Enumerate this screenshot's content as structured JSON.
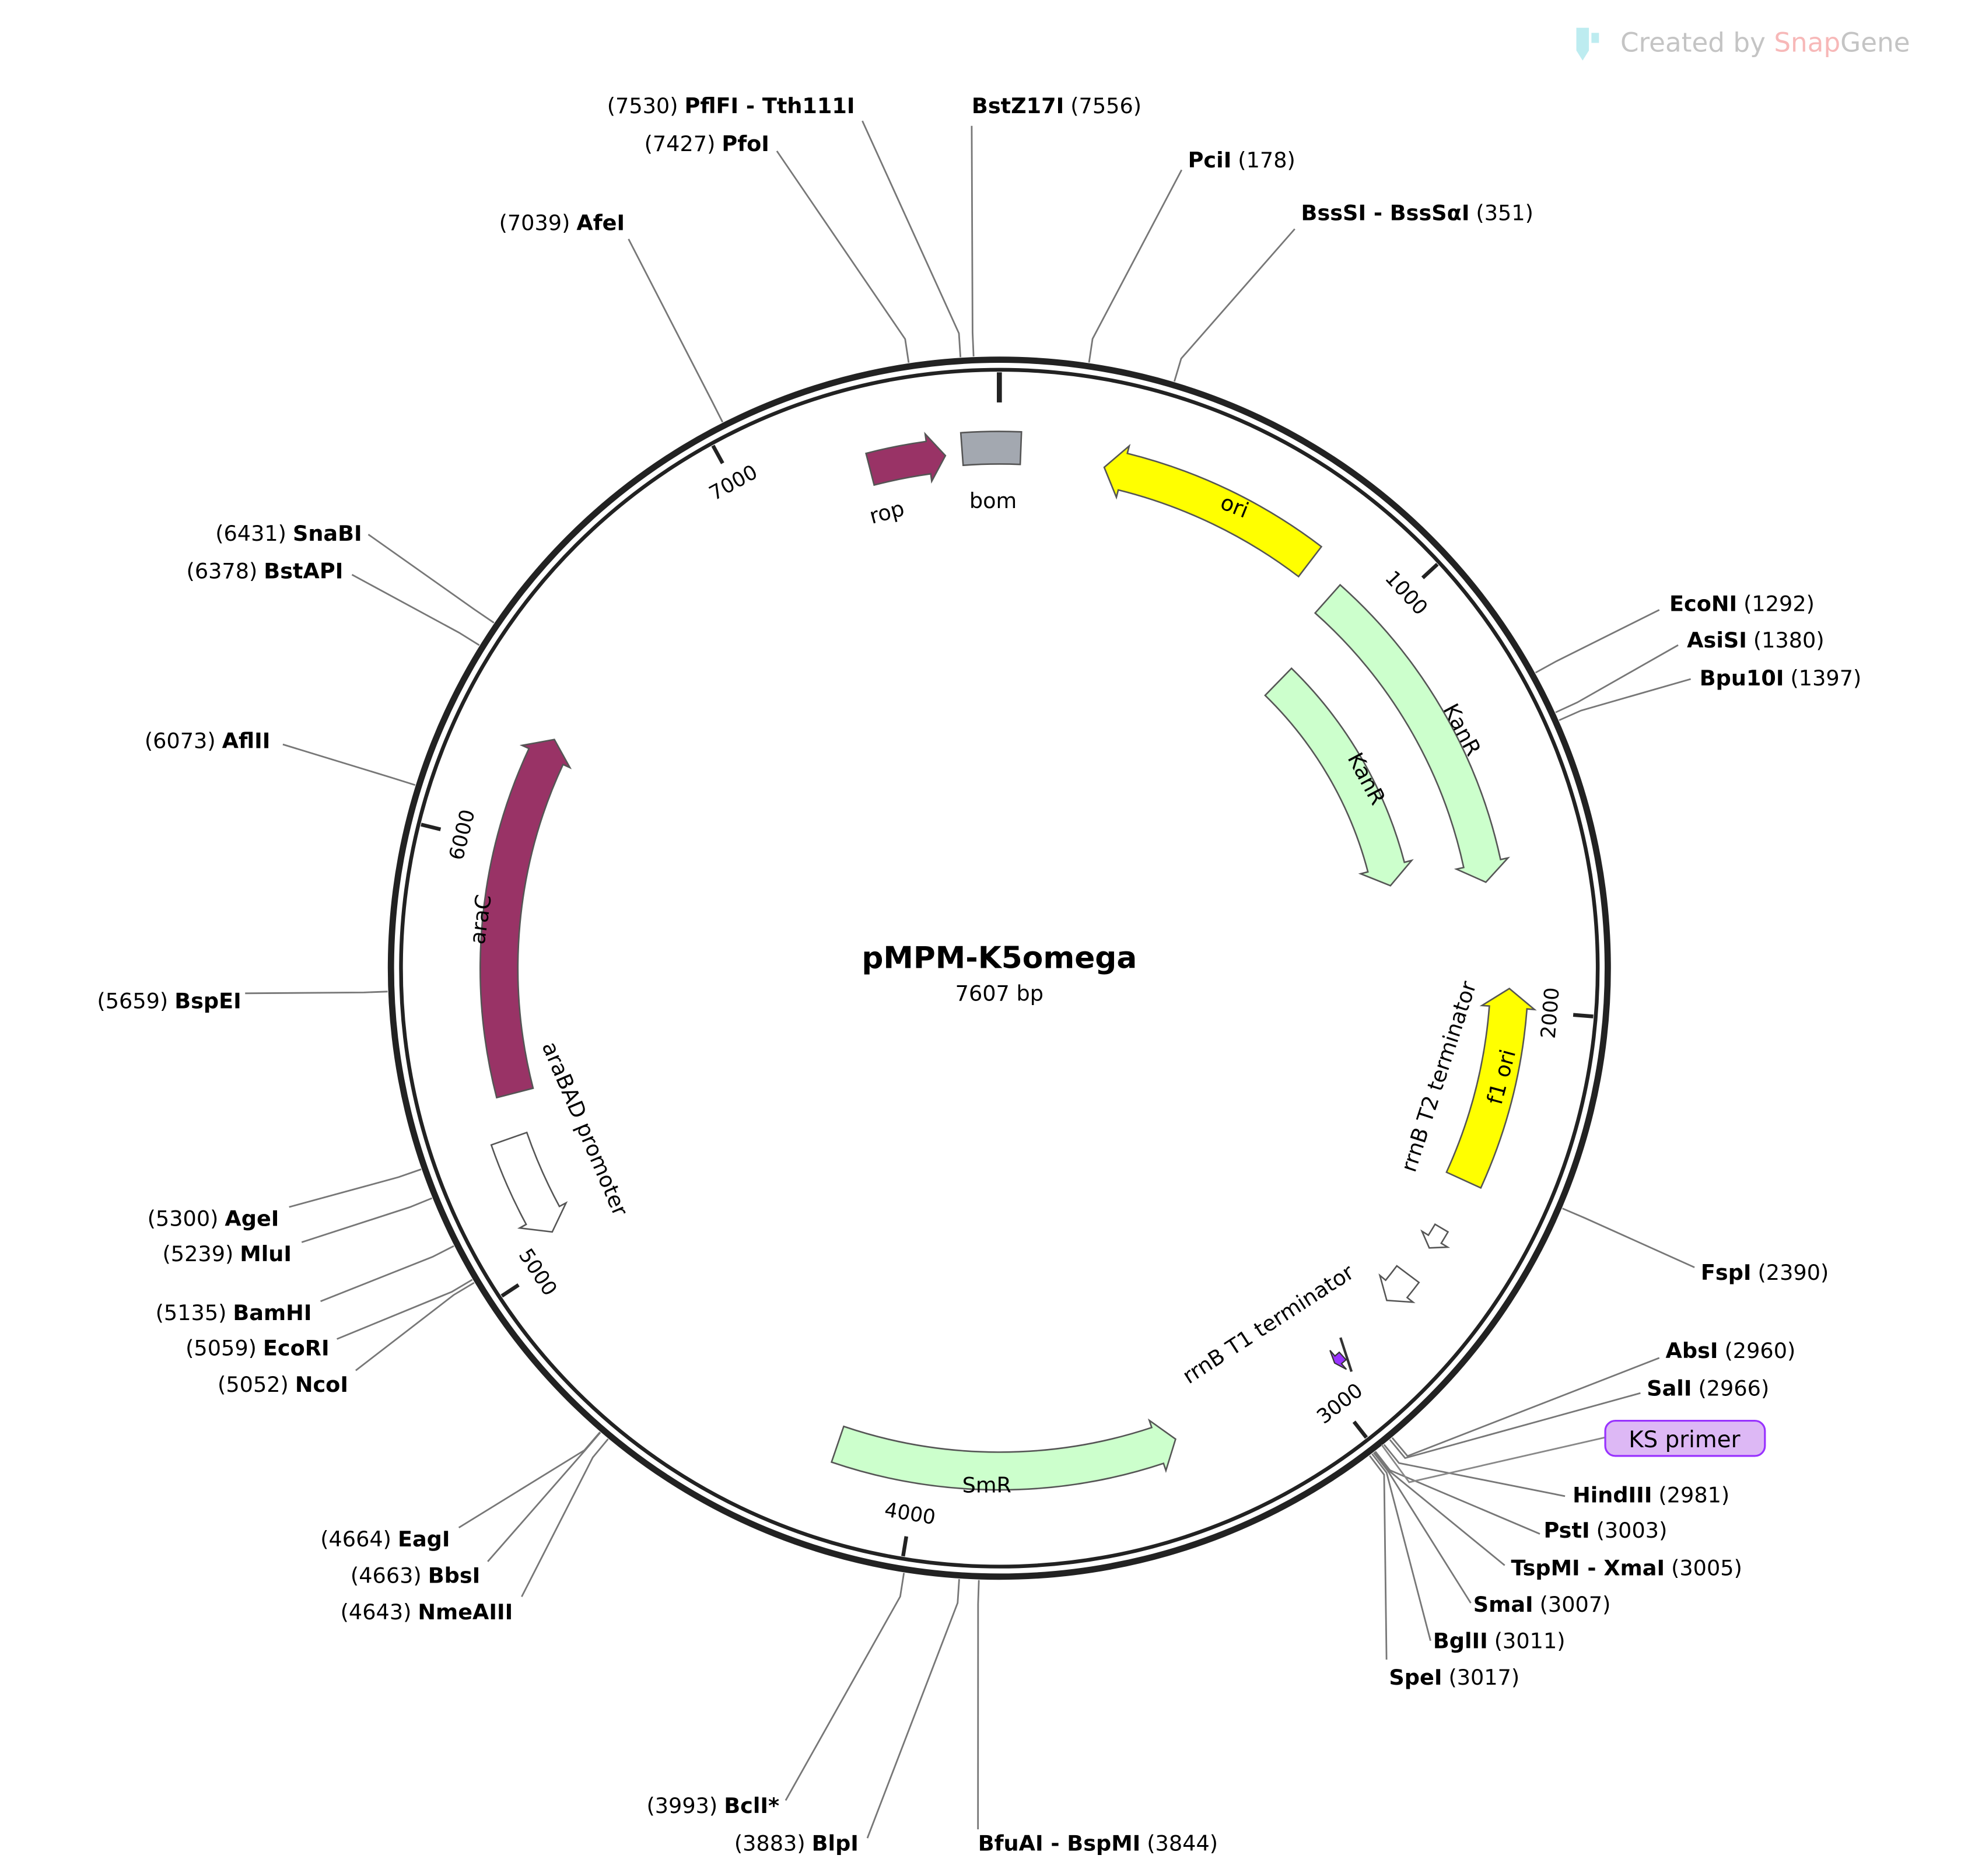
{
  "watermark": {
    "created_by": "Created by",
    "snap": "Snap",
    "gene": "Gene",
    "icon": "snapgene-tube-icon"
  },
  "plasmid": {
    "name": "pMPM-K5omega",
    "length_label": "7607 bp",
    "length": 7607
  },
  "ticks": [
    {
      "bp": 1000,
      "label": "1000"
    },
    {
      "bp": 2000,
      "label": "2000"
    },
    {
      "bp": 3000,
      "label": "3000"
    },
    {
      "bp": 4000,
      "label": "4000"
    },
    {
      "bp": 5000,
      "label": "5000"
    },
    {
      "bp": 6000,
      "label": "6000"
    },
    {
      "bp": 7000,
      "label": "7000"
    }
  ],
  "features": [
    {
      "name": "rop",
      "start": 7300,
      "end": 7480,
      "direction": 1,
      "color": "#993366",
      "type": "arrow"
    },
    {
      "name": "bom",
      "start": 7520,
      "end": 50,
      "direction": 0,
      "color": "#a3a8b0",
      "type": "box"
    },
    {
      "name": "ori",
      "start": 250,
      "end": 790,
      "direction": -1,
      "color": "#ffff00",
      "type": "arrow"
    },
    {
      "name": "KanR",
      "start": 880,
      "end": 1690,
      "direction": 1,
      "color": "#ccffcc",
      "type": "arrow"
    },
    {
      "name": "KanR",
      "start": 935,
      "end": 1650,
      "direction": 1,
      "color": "#ccffcc",
      "type": "arrow"
    },
    {
      "name": "f1 ori",
      "start": 1950,
      "end": 2420,
      "direction": -1,
      "color": "#ffff00",
      "type": "arrow"
    },
    {
      "name": "rrnB T2 terminator",
      "start": 2545,
      "end": 2600,
      "direction": 1,
      "color": "#ffffff",
      "type": "arrow"
    },
    {
      "name": "rrnB T1 terminator",
      "start": 2680,
      "end": 2760,
      "direction": 1,
      "color": "#ffffff",
      "type": "arrow"
    },
    {
      "name": "SmR",
      "start": 3370,
      "end": 4200,
      "direction": -1,
      "color": "#ccffcc",
      "type": "arrow"
    },
    {
      "name": "araBAD promoter",
      "start": 5060,
      "end": 5300,
      "direction": -1,
      "color": "#ffffff",
      "type": "arrow"
    },
    {
      "name": "araC",
      "start": 5400,
      "end": 6280,
      "direction": 1,
      "color": "#993366",
      "type": "arrow"
    }
  ],
  "primers": [
    {
      "name": "KS primer",
      "pos": 2960,
      "end": 2985,
      "color": "#9933ff",
      "fill": "#ddb8f5"
    }
  ],
  "enzymes": [
    {
      "name": "PflFI - Tth111I",
      "pos": 7530
    },
    {
      "name": "PfoI",
      "pos": 7427
    },
    {
      "name": "BstZ17I",
      "pos": 7556
    },
    {
      "name": "PciI",
      "pos": 178
    },
    {
      "name": "BssSI - BssSαI",
      "pos": 351
    },
    {
      "name": "AfeI",
      "pos": 7039
    },
    {
      "name": "SnaBI",
      "pos": 6431
    },
    {
      "name": "BstAPI",
      "pos": 6378
    },
    {
      "name": "AflII",
      "pos": 6073
    },
    {
      "name": "BspEI",
      "pos": 5659
    },
    {
      "name": "AgeI",
      "pos": 5300
    },
    {
      "name": "MluI",
      "pos": 5239
    },
    {
      "name": "BamHI",
      "pos": 5135
    },
    {
      "name": "EcoRI",
      "pos": 5059
    },
    {
      "name": "NcoI",
      "pos": 5052
    },
    {
      "name": "EagI",
      "pos": 4664
    },
    {
      "name": "BbsI",
      "pos": 4663
    },
    {
      "name": "NmeAIII",
      "pos": 4643
    },
    {
      "name": "BclI*",
      "pos": 3993,
      "methylation_blocked": true
    },
    {
      "name": "BlpI",
      "pos": 3883
    },
    {
      "name": "BfuAI - BspMI",
      "pos": 3844
    },
    {
      "name": "EcoNI",
      "pos": 1292
    },
    {
      "name": "AsiSI",
      "pos": 1380
    },
    {
      "name": "Bpu10I",
      "pos": 1397
    },
    {
      "name": "FspI",
      "pos": 2390
    },
    {
      "name": "AbsI",
      "pos": 2960
    },
    {
      "name": "SalI",
      "pos": 2966
    },
    {
      "name": "HindIII",
      "pos": 2981
    },
    {
      "name": "PstI",
      "pos": 3003
    },
    {
      "name": "TspMI - XmaI",
      "pos": 3005
    },
    {
      "name": "SmaI",
      "pos": 3007
    },
    {
      "name": "BglII",
      "pos": 3011
    },
    {
      "name": "SpeI",
      "pos": 3017
    }
  ]
}
